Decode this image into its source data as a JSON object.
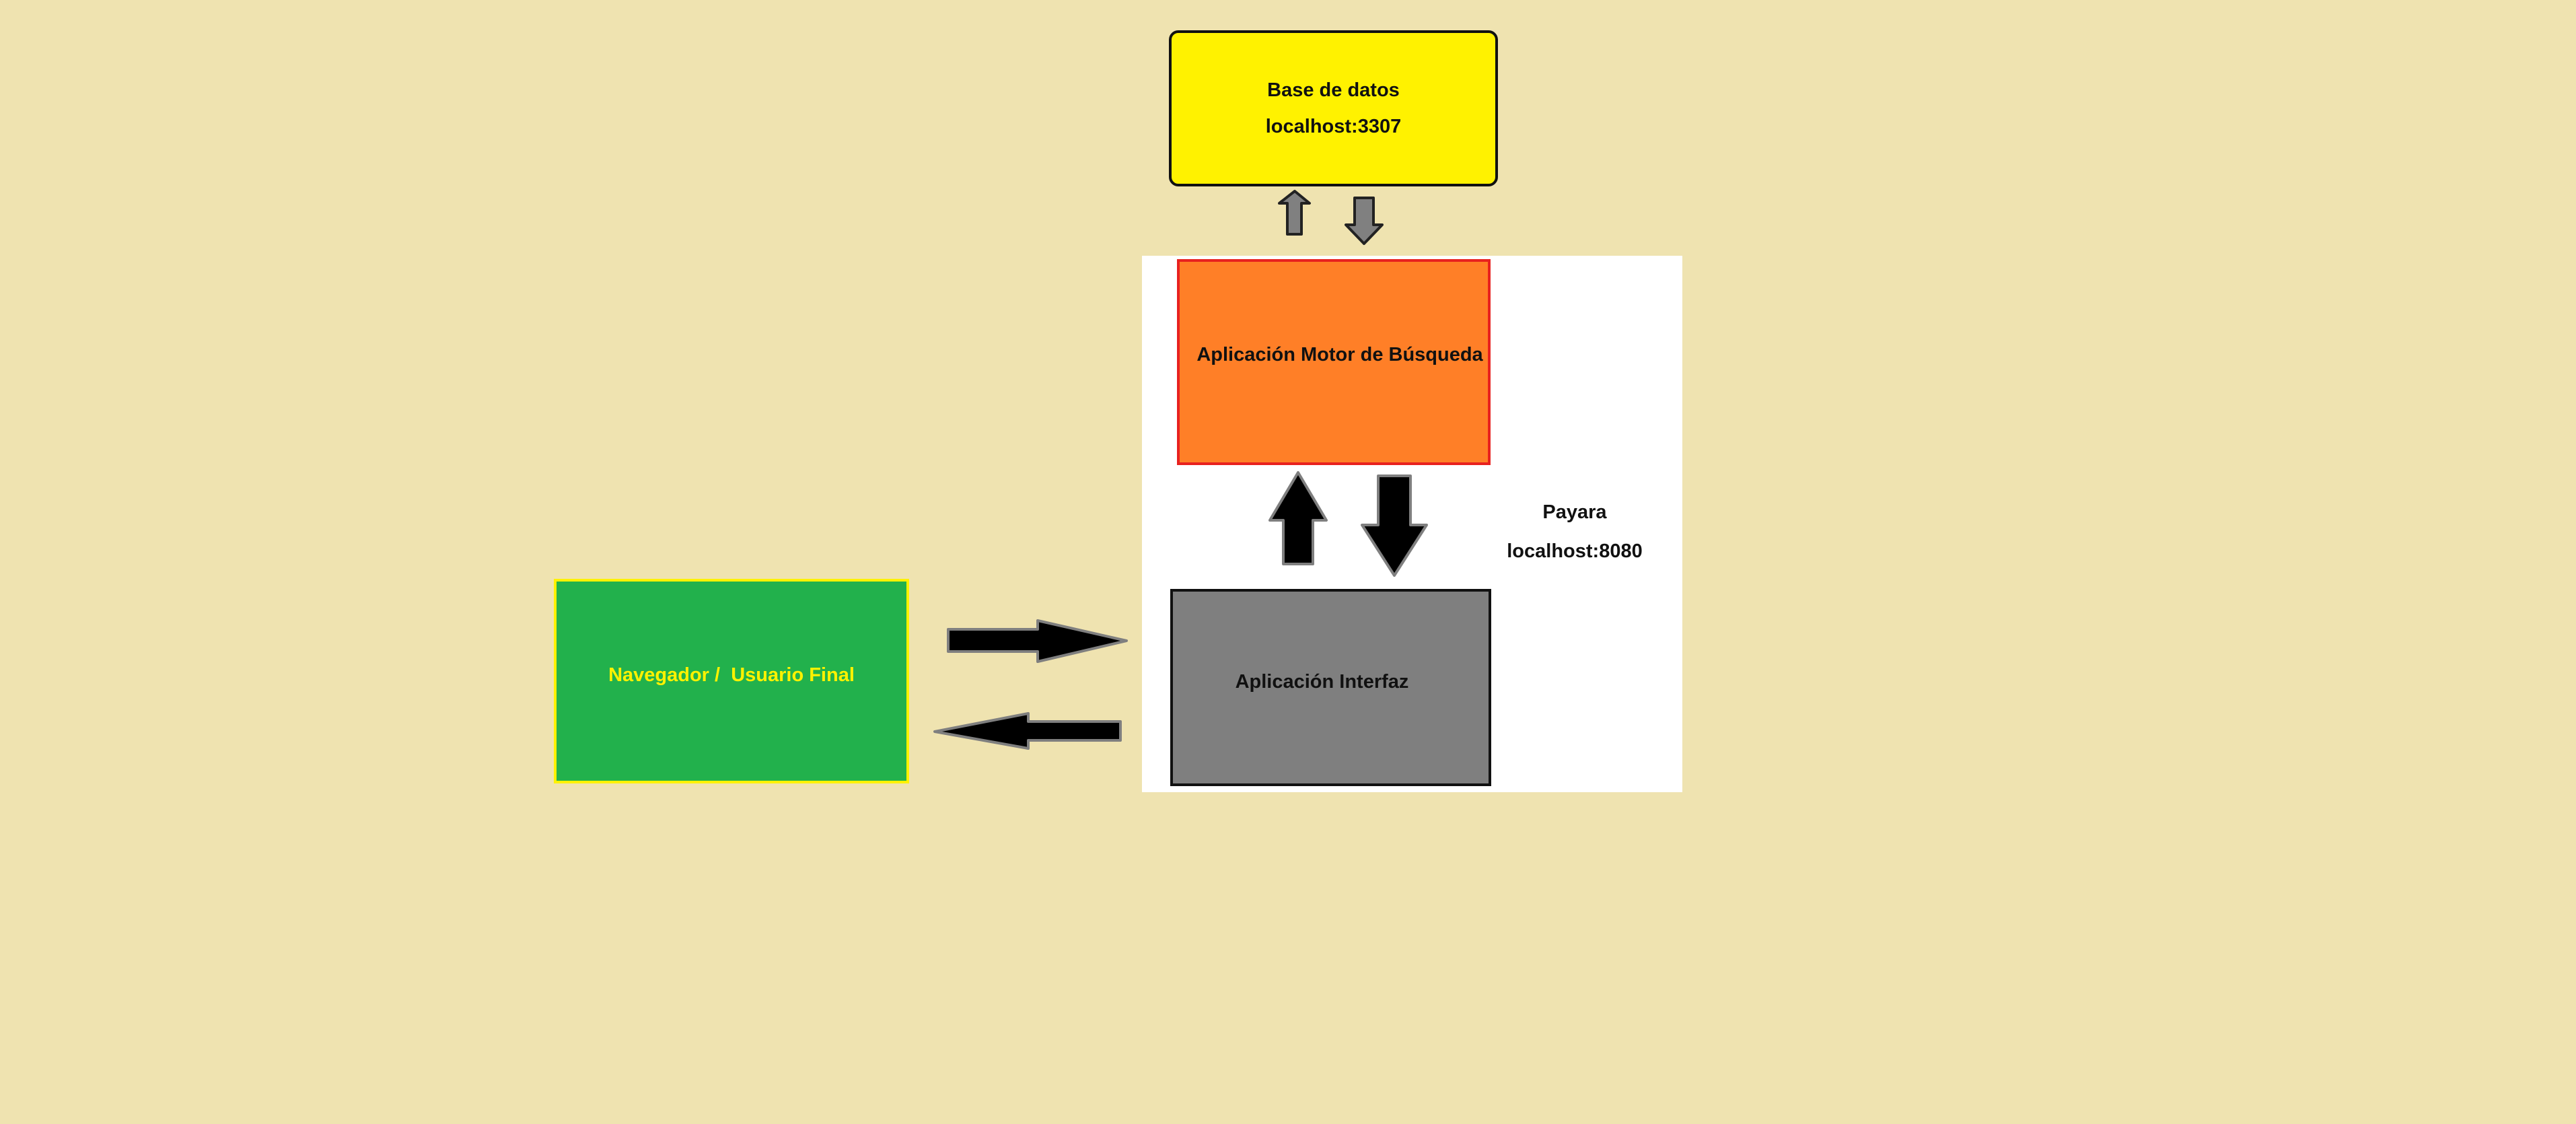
{
  "database": {
    "title": "Base de datos",
    "address": "localhost:3307"
  },
  "search_engine": {
    "title": "Aplicación Motor de Búsqueda"
  },
  "interface_app": {
    "title": "Aplicación Interfaz"
  },
  "browser": {
    "title": "Navegador /  Usuario Final"
  },
  "server": {
    "title": "Payara",
    "address": "localhost:8080"
  },
  "colors": {
    "background": "#efe3b0",
    "database_fill": "#fff200",
    "search_engine_fill": "#ff7f27",
    "search_engine_border": "#e8211f",
    "interface_fill": "#7f7f7f",
    "browser_fill": "#22b14c",
    "browser_text": "#fff200",
    "arrow_dark": "#000000",
    "arrow_gray": "#808080"
  }
}
